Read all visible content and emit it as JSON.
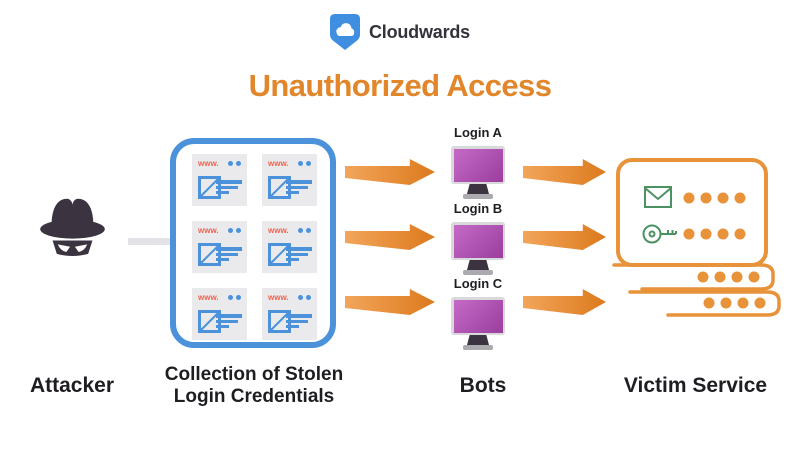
{
  "header": {
    "logo": {
      "icon": "cloud-shield-icon",
      "text": "Cloudwards"
    },
    "title": "Unauthorized Access"
  },
  "diagram": {
    "attacker": {
      "icon": "spy-hat-mask-icon",
      "label": "Attacker"
    },
    "collection": {
      "label_line1": "Collection of Stolen",
      "label_line2": "Login Credentials",
      "cards": [
        {
          "url_text": "www."
        },
        {
          "url_text": "www."
        },
        {
          "url_text": "www."
        },
        {
          "url_text": "www."
        },
        {
          "url_text": "www."
        },
        {
          "url_text": "www."
        }
      ]
    },
    "bots": {
      "label": "Bots",
      "machines": [
        {
          "name": "Login A"
        },
        {
          "name": "Login B"
        },
        {
          "name": "Login C"
        }
      ]
    },
    "victim": {
      "label": "Victim Service",
      "row_icons": [
        "envelope-icon",
        "key-icon"
      ],
      "dots_per_row": 4,
      "server_layers": 2
    },
    "arrows": {
      "collection_to_bots": 3,
      "bots_to_victim": 3
    }
  },
  "colors": {
    "title_orange": "#E2862B",
    "arrow_gradient_start": "#F2A55A",
    "arrow_gradient_end": "#DC7A1D",
    "outline_orange": "#E8923A",
    "blue": "#4B92DB",
    "logo_blue": "#3F8EE0",
    "green": "#4C9162",
    "screen_purple": "#AC4BAE",
    "dark": "#3B3340",
    "label_text": "#1F1D21",
    "url_red": "#F0634E"
  }
}
